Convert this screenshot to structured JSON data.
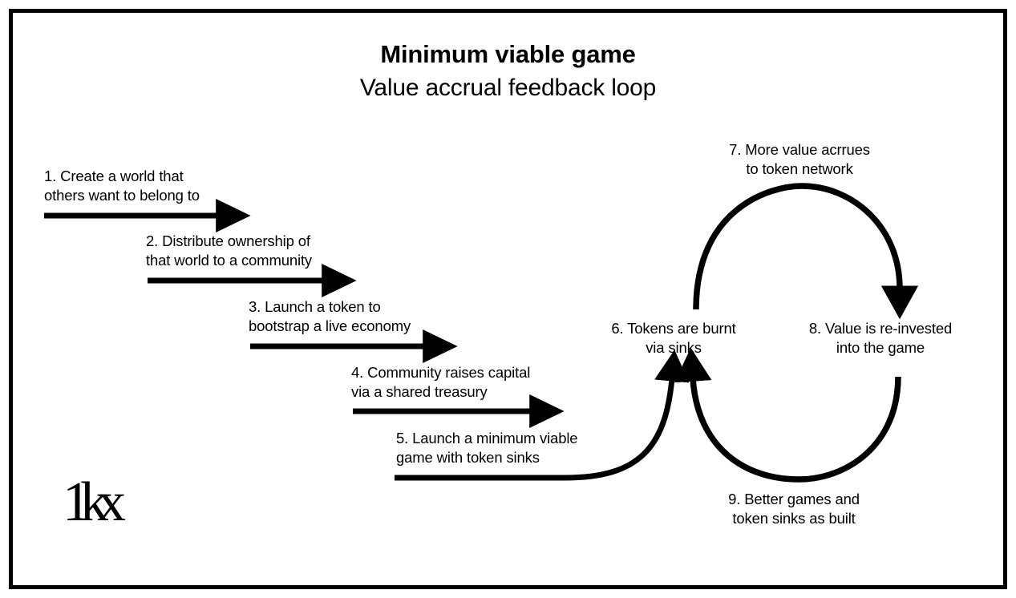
{
  "title": {
    "main": "Minimum viable game",
    "subtitle": "Value accrual feedback loop"
  },
  "brand": {
    "logo": "1kx",
    "accent_color": "#000000",
    "background_color": "#ffffff"
  },
  "steps": [
    {
      "number": 1,
      "label": "1. Create a world that\nothers want to belong to"
    },
    {
      "number": 2,
      "label": "2. Distribute ownership of\nthat world to a community"
    },
    {
      "number": 3,
      "label": "3. Launch a token to\nbootstrap a live economy"
    },
    {
      "number": 4,
      "label": "4. Community raises capital\nvia a shared treasury"
    },
    {
      "number": 5,
      "label": "5. Launch a minimum viable\ngame with token sinks"
    },
    {
      "number": 6,
      "label": "6. Tokens are burnt\nvia sinks"
    },
    {
      "number": 7,
      "label": "7. More value acrrues\nto token network"
    },
    {
      "number": 8,
      "label": "8. Value is re-invested\ninto the game"
    },
    {
      "number": 9,
      "label": "9. Better games and\ntoken sinks as built"
    }
  ]
}
